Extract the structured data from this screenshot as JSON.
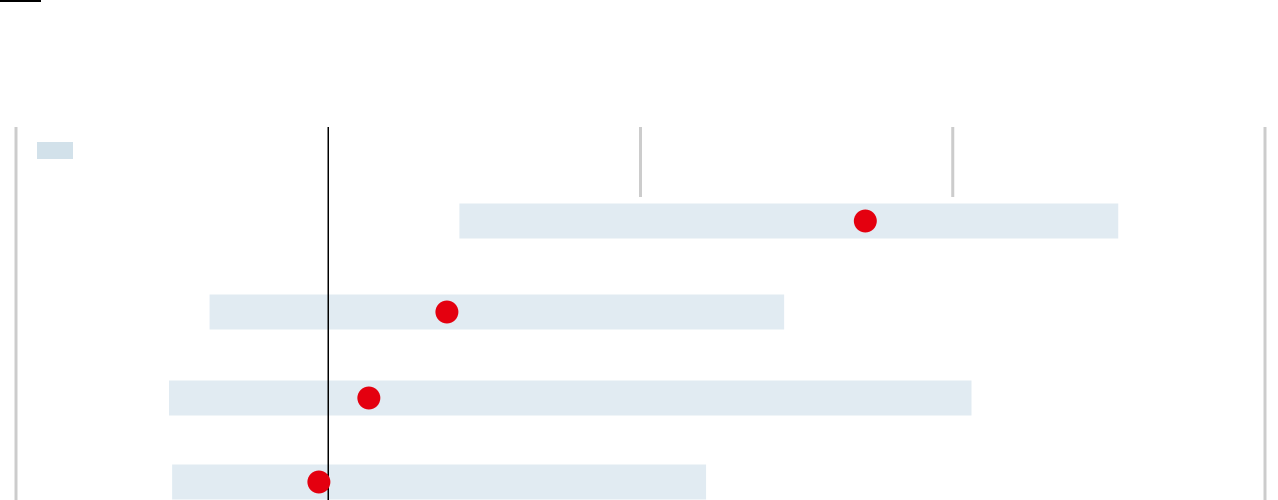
{
  "chart_data": {
    "type": "interval-dot",
    "grid": true,
    "legend": "top-left",
    "colors": {
      "range": "#e1ebf2",
      "dot": "#e4000f",
      "grid": "#cccccc",
      "reference": "#000000",
      "legend_swatch": "#d2e1ea"
    },
    "xlim": [
      -1,
      3
    ],
    "reference_x": 0,
    "gridlines_x": [
      -1,
      1,
      2,
      3
    ],
    "rows": [
      {
        "low": 0.42,
        "high": 2.53,
        "point": 1.72
      },
      {
        "low": -0.38,
        "high": 1.46,
        "point": 0.38
      },
      {
        "low": -0.51,
        "high": 2.06,
        "point": 0.13
      },
      {
        "low": -0.5,
        "high": 1.21,
        "point": -0.03
      }
    ]
  }
}
